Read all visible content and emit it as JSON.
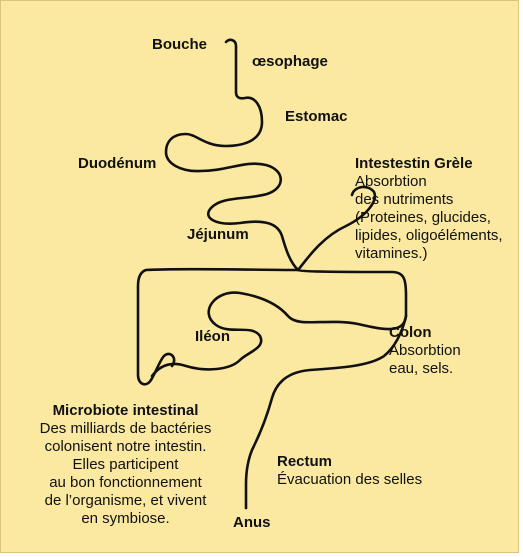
{
  "colors": {
    "background": "#FBE9A2",
    "line": "#111111",
    "text": "#111111"
  },
  "labels": {
    "bouche": "Bouche",
    "oesophage": "œsophage",
    "estomac": "Estomac",
    "duodenum": "Duodénum",
    "jejunum": "Jéjunum",
    "ileon": "Iléon",
    "anus": "Anus"
  },
  "intestin_grele": {
    "title": "Intestestin Grèle",
    "lines": [
      "Absorbtion",
      "des nutriments",
      "(Proteines, glucides,",
      "lipides, oligoéléments,",
      "vitamines.)"
    ]
  },
  "colon": {
    "title": "Colon",
    "lines": [
      "Absorbtion",
      "eau, sels."
    ]
  },
  "rectum": {
    "title": "Rectum",
    "lines": [
      "Évacuation des selles"
    ]
  },
  "microbiote": {
    "title": "Microbiote intestinal",
    "lines": [
      "Des milliards de bactéries",
      "colonisent notre intestin.",
      "Elles participent",
      "au bon fonctionnement",
      "de l’organisme, et vivent",
      "en symbiose."
    ]
  }
}
